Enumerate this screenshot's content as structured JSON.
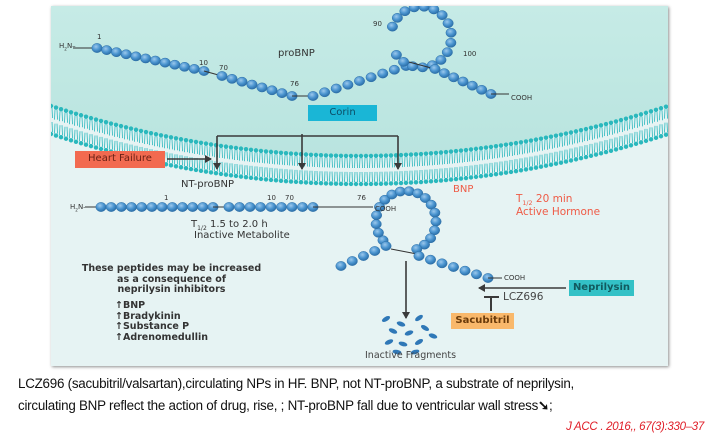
{
  "diagram": {
    "probnp": {
      "label": "proBNP",
      "n_terminus": "H2N",
      "c_terminus": "COOH",
      "residue_labels": [
        "1",
        "10",
        "70",
        "76",
        "90",
        "100"
      ]
    },
    "corin": {
      "label": "Corin"
    },
    "heart_failure": {
      "label": "Heart Failure"
    },
    "nt_probnp": {
      "label": "NT-proBNP",
      "n_terminus": "H2N",
      "c_terminus": "COOH",
      "residue_labels": [
        "1",
        "10",
        "70",
        "76"
      ],
      "half_life_prefix": "T",
      "half_life_sub": "1/2",
      "half_life_value": "1.5 to 2.0 h",
      "status": "Inactive Metabolite"
    },
    "bnp": {
      "label": "BNP",
      "c_terminus": "COOH",
      "half_life_prefix": "T",
      "half_life_sub": "1/2",
      "half_life_value": "20 min",
      "status": "Active Hormone"
    },
    "peptides_note": {
      "heading_lines": [
        "These peptides may be increased",
        "as a consequence of",
        "neprilysin inhibitors"
      ],
      "items": [
        "BNP",
        "Bradykinin",
        "Substance P",
        "Adrenomedullin"
      ]
    },
    "neprilysin": {
      "label": "Neprilysin"
    },
    "lcz696": {
      "label": "LCZ696"
    },
    "sacubitril": {
      "label": "Sacubitril"
    },
    "inactive_fragments": {
      "label": "Inactive Fragments"
    },
    "colors": {
      "background": "#e6f3f3",
      "membrane": "#2ab8bd",
      "bead": "#4b95d0",
      "corin_box": "#1ab6d6",
      "heart_failure_box": "#f26a50",
      "neprilysin_box": "#33c1c6",
      "sacubitril_box": "#f9b86b",
      "bnp_text": "#ef5a45"
    }
  },
  "caption": {
    "line1": "LCZ696 (sacubitril/valsartan),circulating NPs in HF. BNP, not NT-proBNP, a substrate of neprilysin,",
    "line2": "circulating BNP reflect the action of drug, rise, ; NT-proBNP fall due to ventricular wall stress",
    "line2_end": ";",
    "arrow_icon": "down-right-arrow"
  },
  "reference": "J ACC . 2016,, 67(3):330–37"
}
